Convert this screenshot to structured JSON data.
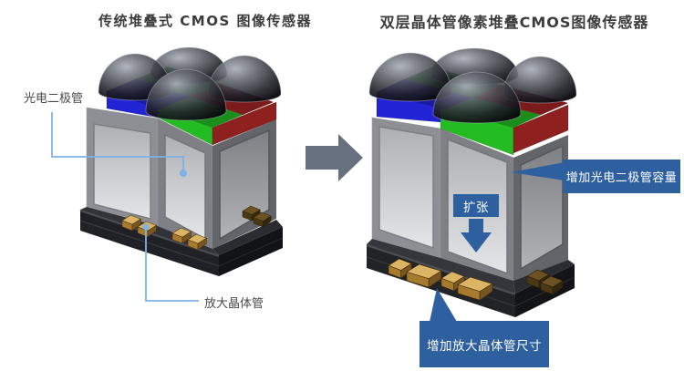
{
  "colors": {
    "callout_blue": "#2e5f9f",
    "arrow_gray": "#67707e",
    "line_blue": "#7db2e8",
    "filter_blue": "#2323d6",
    "filter_green": "#23bd23",
    "filter_red": "#8e2020",
    "gold_top": "#dcb564",
    "title_text": "#3c3c3c",
    "label_text": "#4a4a4a"
  },
  "titles": {
    "left": "传统堆叠式 CMOS 图像传感器",
    "right": "双层晶体管像素堆叠CMOS图像传感器"
  },
  "left_sensor": {
    "labels": {
      "photodiode": "光电二极管",
      "amplifier": "放大晶体管"
    }
  },
  "right_sensor": {
    "callouts": {
      "capacity": "增加光电二极管容量",
      "expand": "扩张",
      "size": "增加放大晶体管尺寸"
    }
  }
}
